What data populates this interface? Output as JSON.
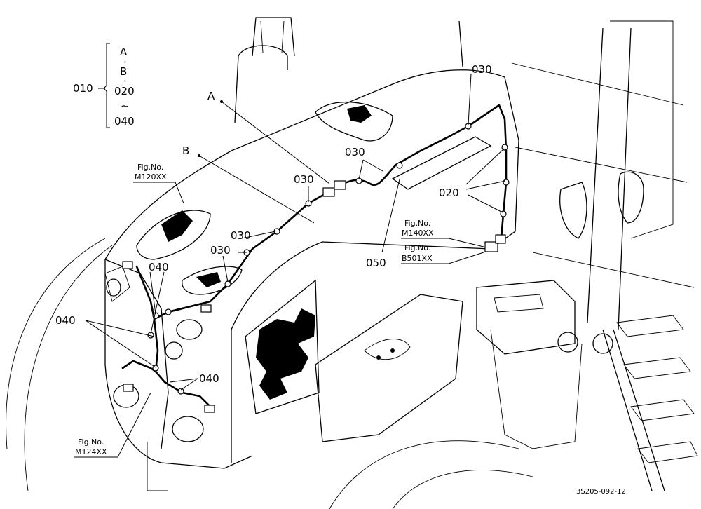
{
  "legend": {
    "parent": "010",
    "items": [
      "A",
      "B",
      "020",
      "040"
    ],
    "range_symbol": "~"
  },
  "callouts": {
    "A": "A",
    "B": "B",
    "p020": "020",
    "p030": "030",
    "p040": "040",
    "p050": "050"
  },
  "figure_refs": {
    "ref1_label": "Fig.No.",
    "ref1_code": "M120XX",
    "ref2_label": "Fig.No.",
    "ref2_code": "M140XX",
    "ref3_label": "Fig.No.",
    "ref3_code": "B501XX",
    "ref4_label": "Fig.No.",
    "ref4_code": "M124XX"
  },
  "drawing_id": "3S205-092-12"
}
